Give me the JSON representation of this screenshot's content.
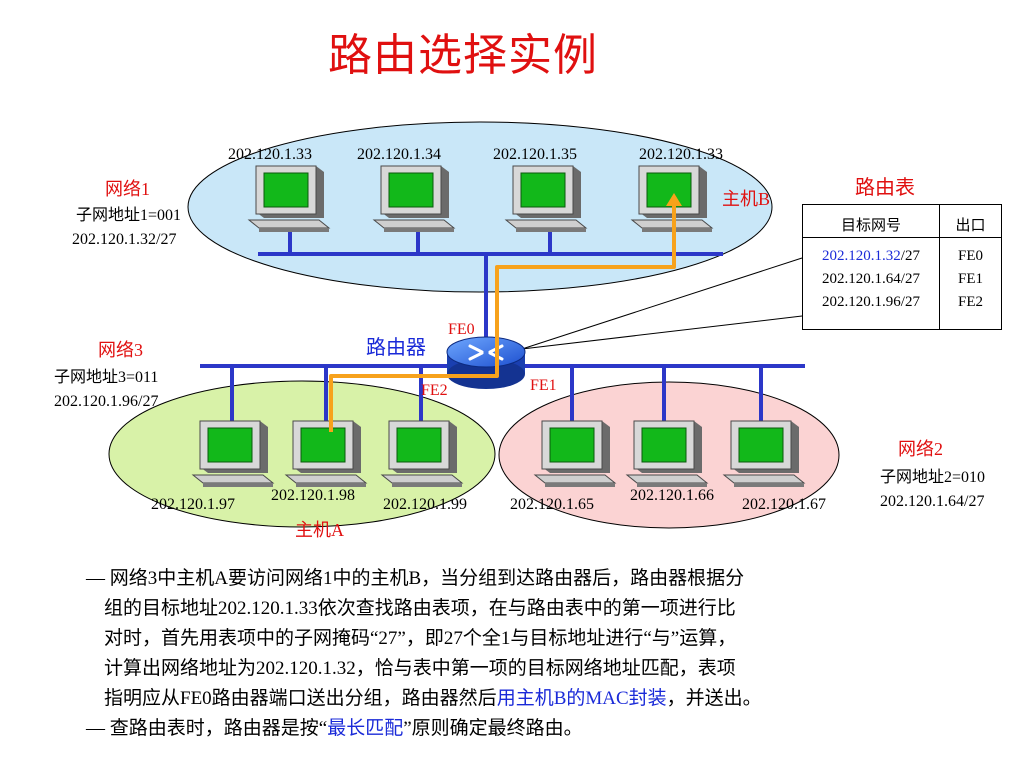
{
  "title": "路由选择实例",
  "network1": {
    "name": "网络1",
    "subnet": "子网地址1=001",
    "cidr": "202.120.1.32/27",
    "hosts": [
      "202.120.1.33",
      "202.120.1.34",
      "202.120.1.35",
      "202.120.1.33"
    ],
    "host_b_label": "主机B"
  },
  "network2": {
    "name": "网络2",
    "subnet": "子网地址2=010",
    "cidr": "202.120.1.64/27",
    "hosts": [
      "202.120.1.65",
      "202.120.1.66",
      "202.120.1.67"
    ]
  },
  "network3": {
    "name": "网络3",
    "subnet": "子网地址3=011",
    "cidr": "202.120.1.96/27",
    "hosts": [
      "202.120.1.97",
      "202.120.1.98",
      "202.120.1.99"
    ],
    "host_a_label": "主机A"
  },
  "router": {
    "label": "路由器",
    "ports": {
      "fe0": "FE0",
      "fe1": "FE1",
      "fe2": "FE2"
    }
  },
  "routing_table": {
    "title": "路由表",
    "headers": [
      "目标网号",
      "出口"
    ],
    "rows": [
      {
        "net_ip": "202.120.1.32",
        "net_mask": "/27",
        "port": "FE0"
      },
      {
        "net_ip": "202.120.1.64",
        "net_mask": "/27",
        "port": "FE1"
      },
      {
        "net_ip": "202.120.1.96",
        "net_mask": "/27",
        "port": "FE2"
      }
    ]
  },
  "notes": {
    "p1_lines": [
      "— 网络3中主机A要访问网络1中的主机B，当分组到达路由器后，路由器根据分",
      "组的目标地址202.120.1.33依次查找路由表项，在与路由表中的第一项进行比",
      "对时，首先用表项中的子网掩码“27”，即27个全1与目标地址进行“与”运算，",
      "计算出网络地址为202.120.1.32，恰与表中第一项的目标网络地址匹配，表项"
    ],
    "p1_last_a": "指明应从FE0路由器端口送出分组，路由器然后",
    "p1_last_hl": "用主机B的MAC封装",
    "p1_last_b": "，并送出。",
    "p2_a": "— 查路由表时，路由器是按“",
    "p2_hl": "最长匹配",
    "p2_b": "”原则确定最终路由。"
  },
  "colors": {
    "title": "#e01010",
    "highlight": "#1a2ad8",
    "network1_fill": "#c9e7f8",
    "network2_fill": "#fbd3d3",
    "network3_fill": "#d8f2a8",
    "bus": "#2c37c8",
    "path": "#f7a21c",
    "screen": "#12b81a"
  }
}
